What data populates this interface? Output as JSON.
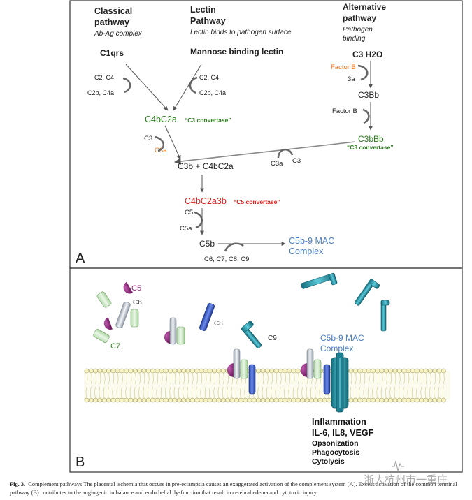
{
  "panelA": {
    "label": "A",
    "classical": {
      "title1": "Classical",
      "title2": "pathway",
      "subtitle": "Ab-Ag complex",
      "start": "C1qrs",
      "in1": "C2, C4",
      "out1": "C2b, C4a"
    },
    "lectin": {
      "title1": "Lectin",
      "title2": "Pathway",
      "subtitle": "Lectin binds to pathogen surface",
      "start": "Mannose binding lectin",
      "in1": "C2, C4",
      "out1": "C2b, C4a"
    },
    "alternative": {
      "title1": "Alternative",
      "title2": "pathway",
      "subtitle1": "Pathogen",
      "subtitle2": "binding",
      "start": "C3 H2O",
      "factorB1": "Factor B",
      "out1": "3a",
      "c3bb": "C3Bb",
      "factorB2": "Factor B",
      "c3bbb": "C3bBb",
      "c3conv": "“C3 convertase”",
      "in2": "C3",
      "out2": "C3a"
    },
    "c4b2a": "C4bC2a",
    "c3conv": "“C3 convertase”",
    "c3in": "C3",
    "c3aout": "C3a",
    "c3b_line": "C3b  + C4bC2a",
    "c5conv_name": "C4bC2a3b",
    "c5conv": "“C5 convertase”",
    "c5in": "C5",
    "c5aout": "C5a",
    "c5b": "C5b",
    "c6to9": "C6, C7, C8, C9",
    "mac1": "C5b-9 MAC",
    "mac2": "Complex"
  },
  "panelB": {
    "label": "B",
    "c5": "C5",
    "c6": "C6",
    "c7": "C7",
    "c8": "C8",
    "c9": "C9",
    "mac1": "C5b-9 MAC",
    "mac2": "Complex",
    "infl1": "Inflammation",
    "infl2": "IL-6, IL8, VEGF",
    "infl3": "Opsonization",
    "infl4": "Phagocytosis",
    "infl5": "Cytolysis"
  },
  "caption": {
    "label": "Fig. 3.",
    "text": "Complement pathways The placental ischemia that occurs in pre-eclampsia causes an exaggerated activation of the complement system (A). Excess activation of the common terminal pathway (B) contributes to the angiogenic imbalance and endothelial dysfunction that result in cerebral edema and cytotoxic injury."
  },
  "watermark": "浙大杭州市一重庄",
  "colors": {
    "green": "#2e7d1f",
    "orange": "#e8711a",
    "red": "#d8201c",
    "blue": "#4a7fc1",
    "purple": "#8a2a78",
    "teal": "#2aa3b8",
    "navy": "#2f4fb5"
  }
}
